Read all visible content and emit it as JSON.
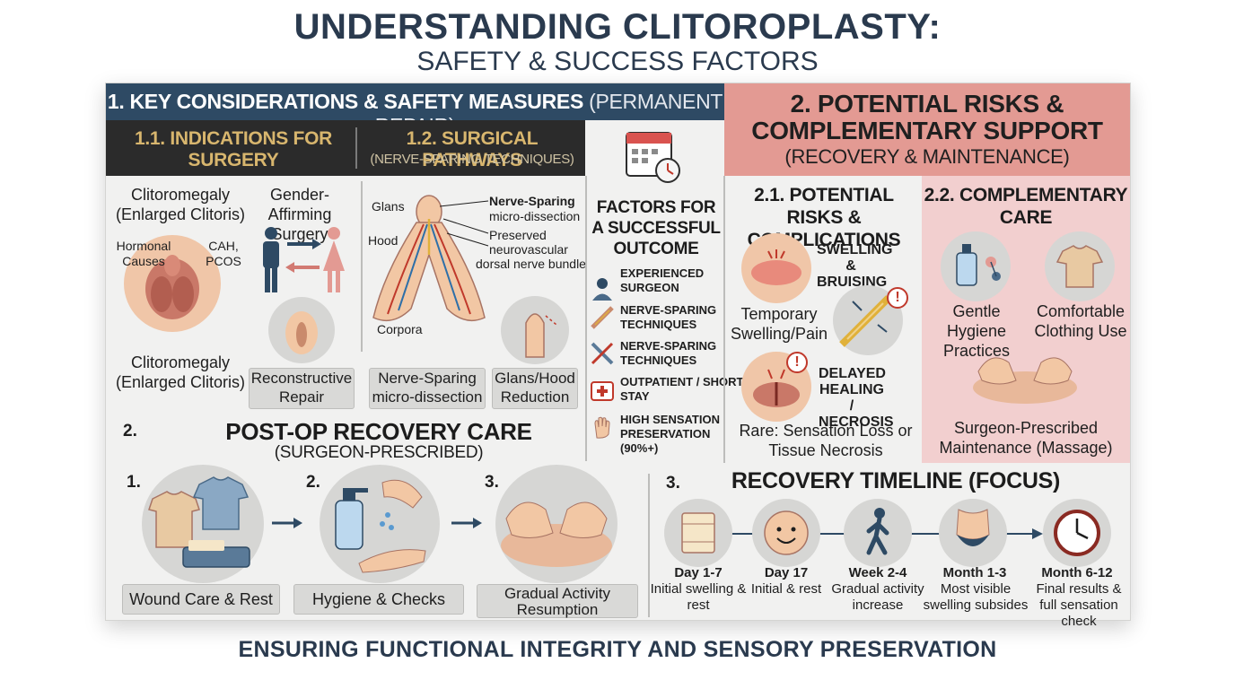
{
  "title": "UNDERSTANDING CLITOROPLASTY:",
  "subtitle": "SAFETY & SUCCESS FACTORS",
  "section1": {
    "heading": "1. KEY CONSIDERATIONS & SAFETY MEASURES",
    "heading_paren": "(PERMANENT REPAIR)",
    "indications": {
      "heading": "1.1. INDICATIONS FOR SURGERY",
      "clitoromegaly_top": "Clitoromegaly (Enlarged Clitoris)",
      "gender_affirming": "Gender-Affirming Surgery",
      "hormonal_causes": "Hormonal Causes",
      "cah_pcos": "CAH, PCOS",
      "clitoromegaly_bottom": "Clitoromegaly (Enlarged Clitoris)",
      "reconstructive_repair": "Reconstructive Repair"
    },
    "pathways": {
      "heading": "1.2. SURGICAL PATHWAYS",
      "heading_sub": "(NERVE-SPARING TECHNIQUES)",
      "glans": "Glans",
      "hood": "Hood",
      "corpora": "Corpora",
      "nerve_sparing": "Nerve-Sparing",
      "micro_dissection": "micro-dissection",
      "preserved": "Preserved",
      "neurovascular": "neurovascular",
      "dorsal_bundle": "dorsal nerve bundle",
      "pill_nerve_sparing": "Nerve-Sparing micro-dissection",
      "pill_glans_hood": "Glans/Hood Reduction"
    },
    "factors": {
      "heading": "FACTORS FOR A SUCCESSFUL OUTCOME",
      "items": [
        {
          "label": "EXPERIENCED SURGEON",
          "icon": "surgeon-icon"
        },
        {
          "label": "NERVE-SPARING TECHNIQUES",
          "icon": "nerve-icon"
        },
        {
          "label": "NERVE-SPARING TECHNIQUES",
          "icon": "scalpel-icon"
        },
        {
          "label": "OUTPATIENT / SHORT STAY",
          "icon": "first-aid-icon"
        },
        {
          "label": "HIGH SENSATION PRESERVATION (90%+)",
          "icon": "hand-icon"
        }
      ]
    }
  },
  "section2": {
    "heading": "2. POTENTIAL RISKS & COMPLEMENTARY SUPPORT",
    "heading_sub": "(RECOVERY & MAINTENANCE)",
    "risks": {
      "heading": "2.1. POTENTIAL RISKS & COMPLICATIONS",
      "swelling_bruising": "SWELLING & BRUISING",
      "temporary_swelling": "Temporary Swelling/Pain",
      "delayed_healing": "DELAYED HEALING / NECROSIS",
      "rare": "Rare: Sensation Loss or Tissue Necrosis"
    },
    "care": {
      "heading": "2.2. COMPLEMENTARY CARE",
      "hygiene": "Gentle Hygiene Practices",
      "clothing": "Comfortable Clothing Use",
      "maintenance": "Surgeon-Prescribed Maintenance (Massage)"
    }
  },
  "postop": {
    "number": "2.",
    "heading": "POST-OP RECOVERY CARE",
    "heading_sub": "(SURGEON-PRESCRIBED)",
    "steps": [
      {
        "num": "1.",
        "label": "Wound Care & Rest"
      },
      {
        "num": "2.",
        "label": "Hygiene & Checks"
      },
      {
        "num": "3.",
        "label": "Gradual Activity Resumption"
      }
    ]
  },
  "timeline": {
    "number": "3.",
    "heading": "RECOVERY TIMELINE (FOCUS)",
    "items": [
      {
        "day": "Day 1-7",
        "desc": "Initial swelling & rest"
      },
      {
        "day": "Day 17",
        "desc": "Initial & rest"
      },
      {
        "day": "Week 2-4",
        "desc": "Gradual activity increase"
      },
      {
        "day": "Month 1-3",
        "desc": "Most visible swelling subsides"
      },
      {
        "day": "Month 6-12",
        "desc": "Final results & full sensation check"
      }
    ]
  },
  "footer": "ENSURING FUNCTIONAL INTEGRITY AND SENSORY PRESERVATION",
  "colors": {
    "navy": "#2e4a64",
    "dark_band": "#2b2b2b",
    "gold_text": "#d8b66e",
    "risk_band": "#e39a93",
    "care_panel": "#f2cfcf",
    "board": "#f1f1f0"
  }
}
